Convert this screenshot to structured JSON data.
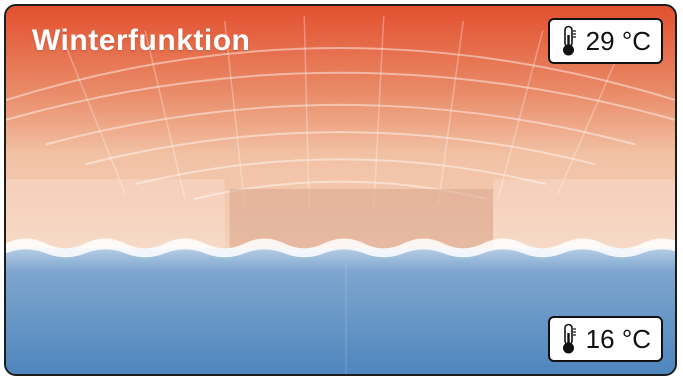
{
  "title": "Winterfunktion",
  "temperatures": {
    "top": "29 °C",
    "bottom": "16 °C"
  },
  "icons": {
    "thermometer": "thermometer-icon"
  },
  "colors": {
    "warm": "#e2502f",
    "cool": "#4f86bd"
  }
}
